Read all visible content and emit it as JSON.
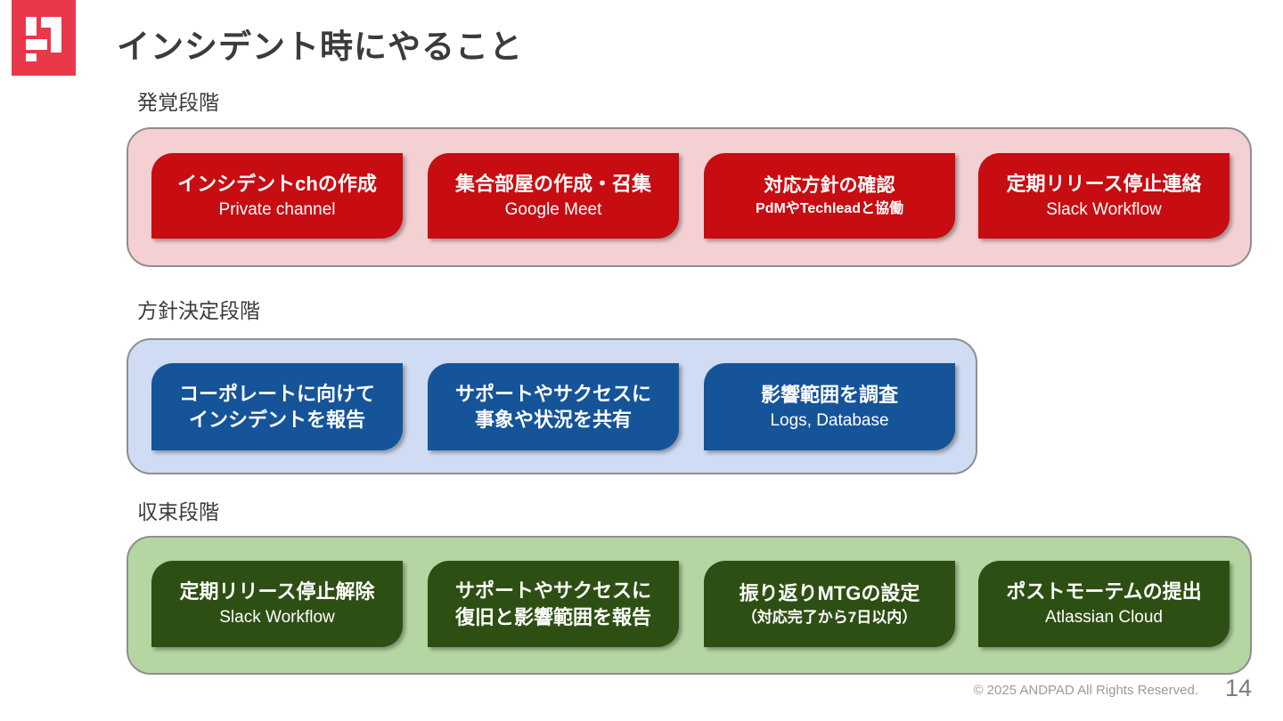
{
  "page": {
    "title": "インシデント時にやること",
    "copyright": "© 2025 ANDPAD All Rights Reserved.",
    "page_number": "14"
  },
  "icons": {
    "logo": "andpad-logo-mark"
  },
  "colors": {
    "brand_red": "#e8384a",
    "card_red": "#c70d12",
    "section_red_bg": "#f4d0d2",
    "card_blue": "#155499",
    "section_blue_bg": "#cfdcf4",
    "card_green": "#2e4f13",
    "section_green_bg": "#b5d6a3",
    "container_border": "#8f8f8f",
    "text_dark": "#3b3b3b",
    "text_white": "#ffffff"
  },
  "sections": [
    {
      "label": "発覚段階",
      "theme": "red",
      "cards": [
        {
          "title": "インシデントchの作成",
          "subtitle": "Private channel"
        },
        {
          "title": "集合部屋の作成・召集",
          "subtitle": "Google Meet"
        },
        {
          "title": "対応方針の確認",
          "subtitle": "PdMやTechleadと協働"
        },
        {
          "title": "定期リリース停止連絡",
          "subtitle": "Slack Workflow"
        }
      ]
    },
    {
      "label": "方針決定段階",
      "theme": "blue",
      "cards": [
        {
          "title": "コーポレートに向けて",
          "subtitle": "インシデントを報告"
        },
        {
          "title": "サポートやサクセスに",
          "subtitle": "事象や状況を共有"
        },
        {
          "title": "影響範囲を調査",
          "subtitle": "Logs, Database"
        }
      ]
    },
    {
      "label": "収束段階",
      "theme": "green",
      "cards": [
        {
          "title": "定期リリース停止解除",
          "subtitle": "Slack Workflow"
        },
        {
          "title": "サポートやサクセスに",
          "subtitle": "復旧と影響範囲を報告"
        },
        {
          "title": "振り返りMTGの設定",
          "subtitle": "（対応完了から7日以内）"
        },
        {
          "title": "ポストモーテムの提出",
          "subtitle": "Atlassian Cloud"
        }
      ]
    }
  ]
}
